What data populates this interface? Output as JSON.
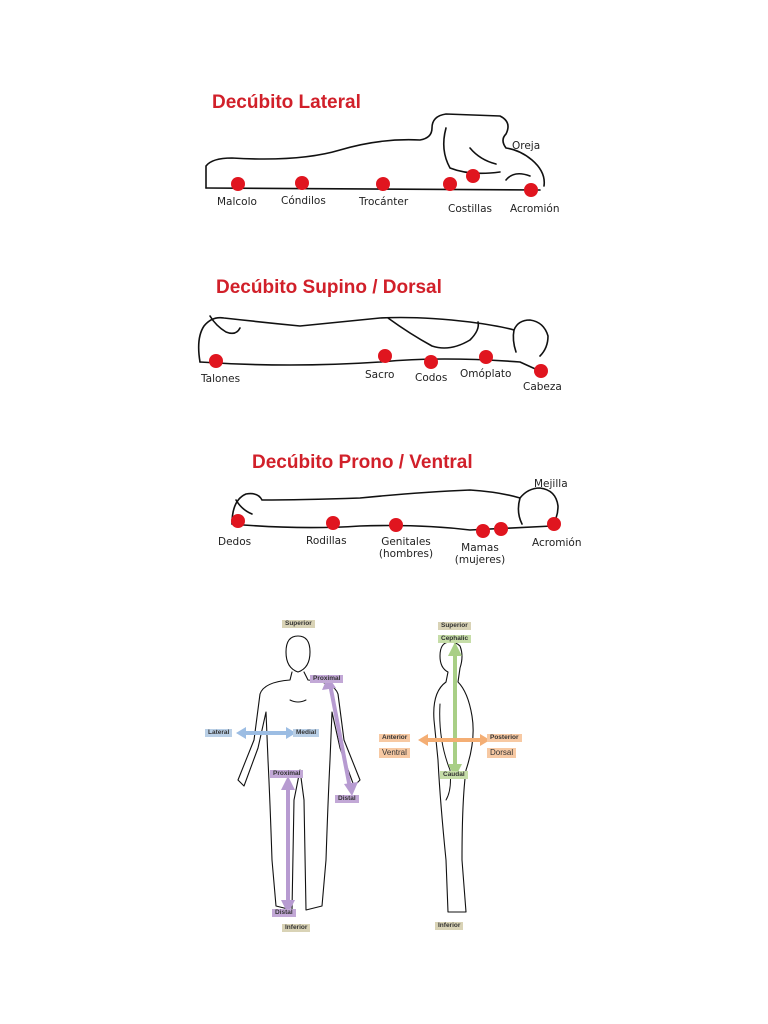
{
  "lateral": {
    "title": "Decúbito Lateral",
    "labels": {
      "oreja": "Oreja",
      "malcolo": "Malcolo",
      "condilos": "Cóndilos",
      "trocanter": "Trocánter",
      "costillas": "Costillas",
      "acromion": "Acromión"
    }
  },
  "supino": {
    "title": "Decúbito Supino / Dorsal",
    "labels": {
      "talones": "Talones",
      "sacro": "Sacro",
      "codos": "Codos",
      "omoplato": "Omóplato",
      "cabeza": "Cabeza"
    }
  },
  "prono": {
    "title": "Decúbito Prono / Ventral",
    "labels": {
      "mejilla": "Mejilla",
      "dedos": "Dedos",
      "rodillas": "Rodillas",
      "genitales_1": "Genitales",
      "genitales_2": "(hombres)",
      "mamas_1": "Mamas",
      "mamas_2": "(mujeres)",
      "acromion": "Acromión"
    }
  },
  "anatomy": {
    "front": {
      "superior": "Superior",
      "proximal_arm": "Proximal",
      "lateral": "Lateral",
      "medial": "Medial",
      "proximal_leg": "Proximal",
      "distal_arm": "Distal",
      "distal_leg": "Distal",
      "inferior": "Inferior"
    },
    "side": {
      "superior": "Superior",
      "cephalic": "Cephalic",
      "anterior": "Anterior",
      "ventral": "Ventral",
      "posterior": "Posterior",
      "dorsal": "Dorsal",
      "caudal": "Caudal",
      "inferior": "Inferior"
    }
  },
  "colors": {
    "title_red": "#d1202a",
    "point_red": "#e0151f",
    "purple_arrow": "#b79bd1",
    "blue_arrow": "#9cbde3",
    "green_arrow": "#a9cf86",
    "orange_arrow": "#f4ae74"
  }
}
